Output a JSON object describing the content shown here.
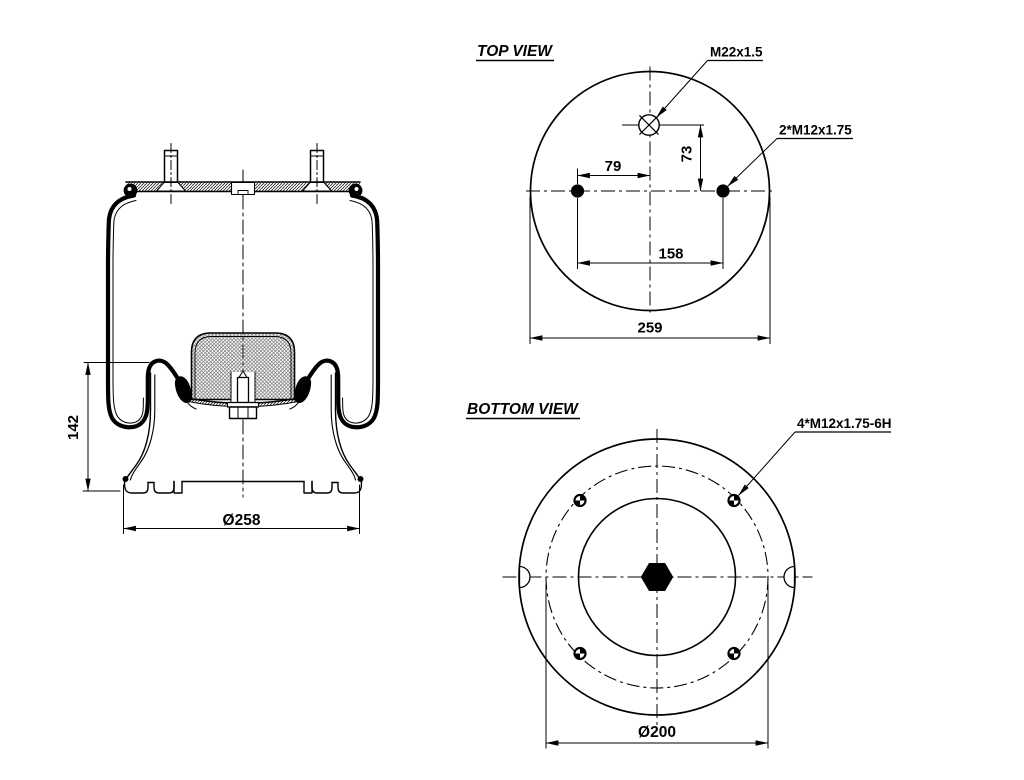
{
  "side_view": {
    "dim_height": "142",
    "dim_base_diameter": "Ø258"
  },
  "top_view": {
    "title": "TOP VIEW",
    "air_fitting_label": "M22x1.5",
    "mounting_studs_label": "2*M12x1.75",
    "dim_stud_offset_x": "79",
    "dim_fitting_offset_y": "73",
    "dim_stud_spacing": "158",
    "dim_outer_diameter": "259"
  },
  "bottom_view": {
    "title": "BOTTOM VIEW",
    "mounting_holes_label": "4*M12x1.75-6H",
    "dim_bolt_circle": "Ø200"
  }
}
